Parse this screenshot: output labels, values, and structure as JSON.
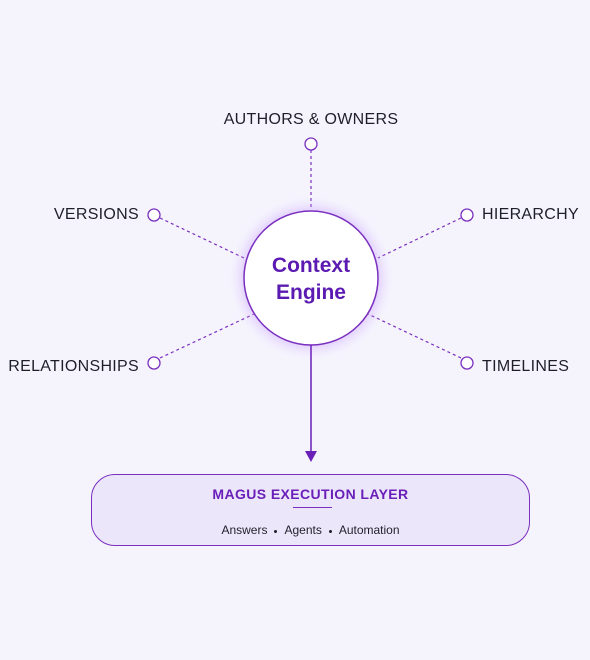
{
  "engine": {
    "line1": "Context",
    "line2": "Engine"
  },
  "nodes": {
    "authors": "AUTHORS & OWNERS",
    "versions": "VERSIONS",
    "hierarchy": "HIERARCHY",
    "relationships": "RELATIONSHIPS",
    "timelines": "TIMELINES"
  },
  "execution_layer": {
    "title": "MAGUS EXECUTION LAYER",
    "capabilities": [
      "Answers",
      "Agents",
      "Automation"
    ]
  },
  "colors": {
    "background": "#f5f4fd",
    "accent": "#6a1fb8",
    "text": "#1f1f2a",
    "layer_fill": "#ece6fb"
  }
}
